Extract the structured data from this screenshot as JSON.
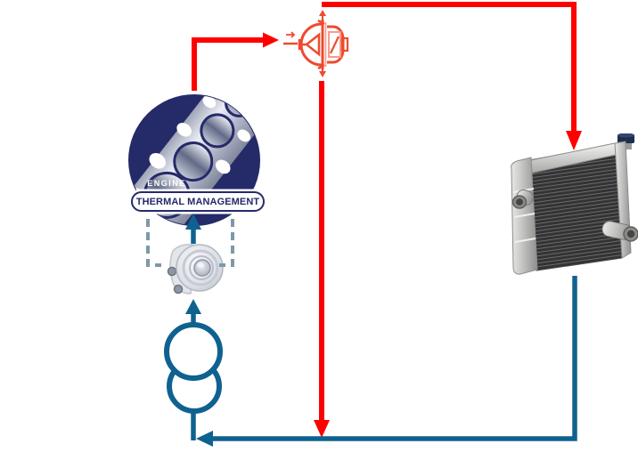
{
  "colors": {
    "hot_flow": "#FF0000",
    "coolant_flow": "#0F6290",
    "dashed_link": "#7E99A8",
    "thermostat_accent": "#EE4B2E",
    "thermostat_accent_light": "#F59C8C",
    "badge_navy": "#252A68"
  },
  "badge": {
    "top_label": "ENGINE",
    "pill_label": "THERMAL MANAGEMENT"
  },
  "components": {
    "engine": "engine-thermal-management-badge",
    "thermostat": "thermostat-valve-schematic",
    "radiator": "radiator",
    "oil_cooler": "engine-oil-cooler",
    "pump": "coolant-pump-symbol"
  },
  "flows": {
    "hot": [
      "engine-to-thermostat",
      "thermostat-to-radiator",
      "thermostat-bypass-to-return"
    ],
    "cool": [
      "radiator-to-pump-return",
      "pump-to-oil-cooler",
      "oil-cooler-to-engine"
    ]
  }
}
